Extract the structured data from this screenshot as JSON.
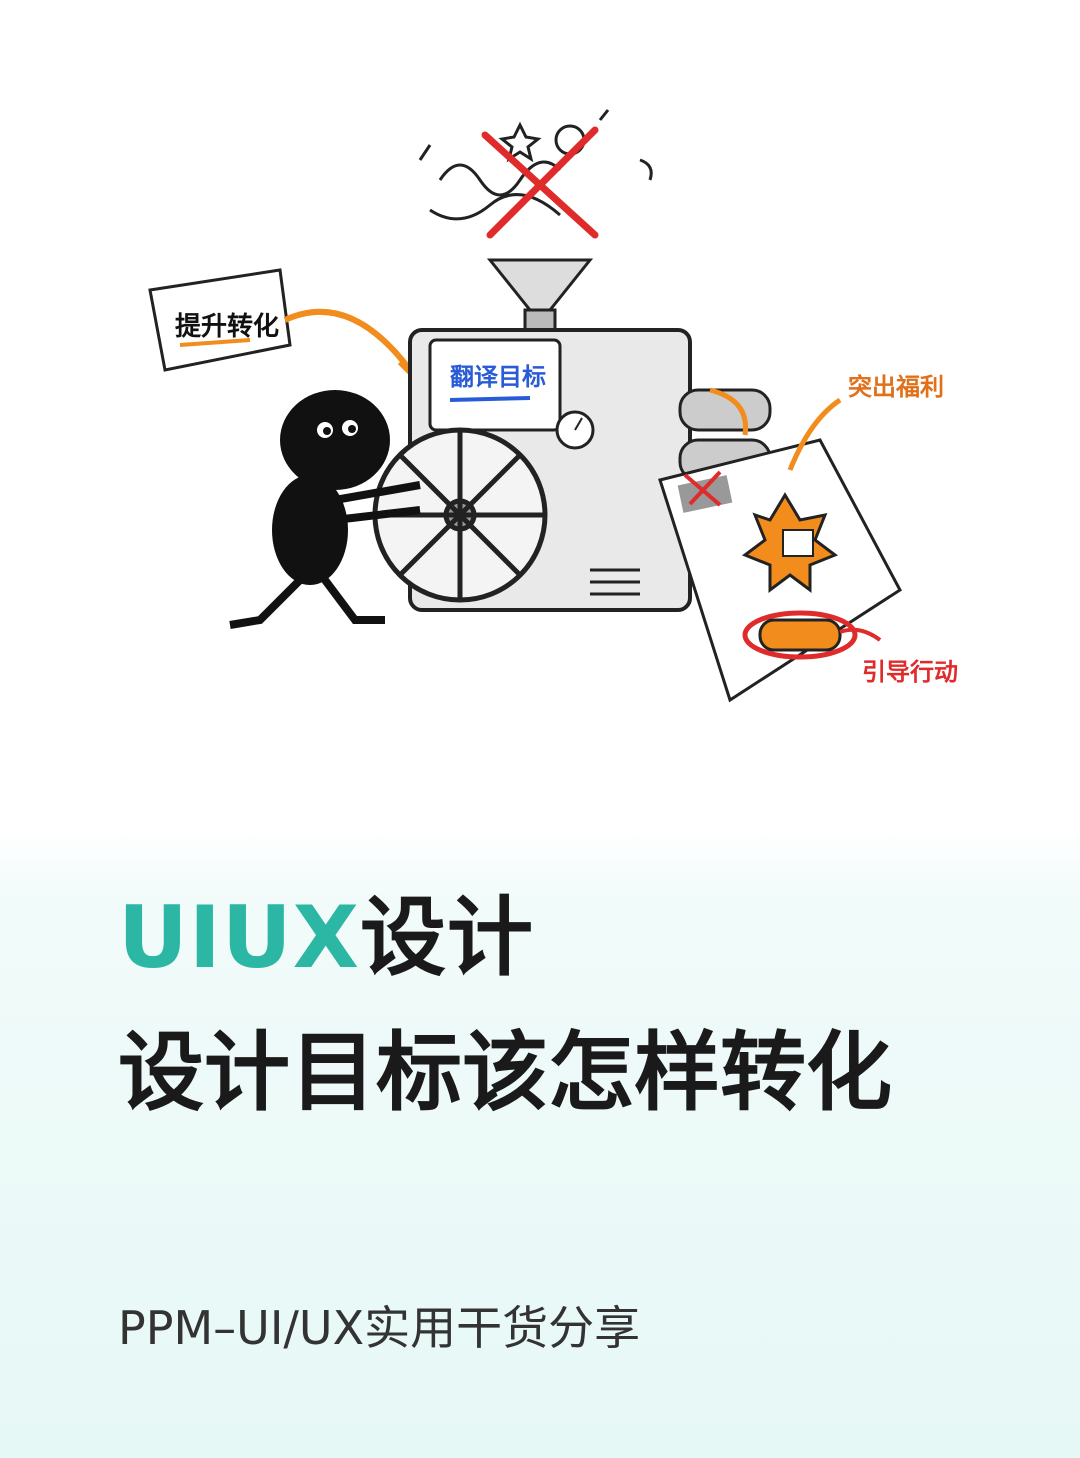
{
  "illustration": {
    "label_left": "提升转化",
    "label_machine": "翻译目标",
    "label_highlight": "突出福利",
    "label_action": "引导行动"
  },
  "title": {
    "accent": "UIUX",
    "rest": "设计",
    "line2": "设计目标该怎样转化"
  },
  "subtitle": "PPM–UI/UX实用干货分享",
  "colors": {
    "accent": "#2bb7a3",
    "orange": "#f28c1c",
    "red": "#e02b2b",
    "blue": "#2a5bd7"
  }
}
